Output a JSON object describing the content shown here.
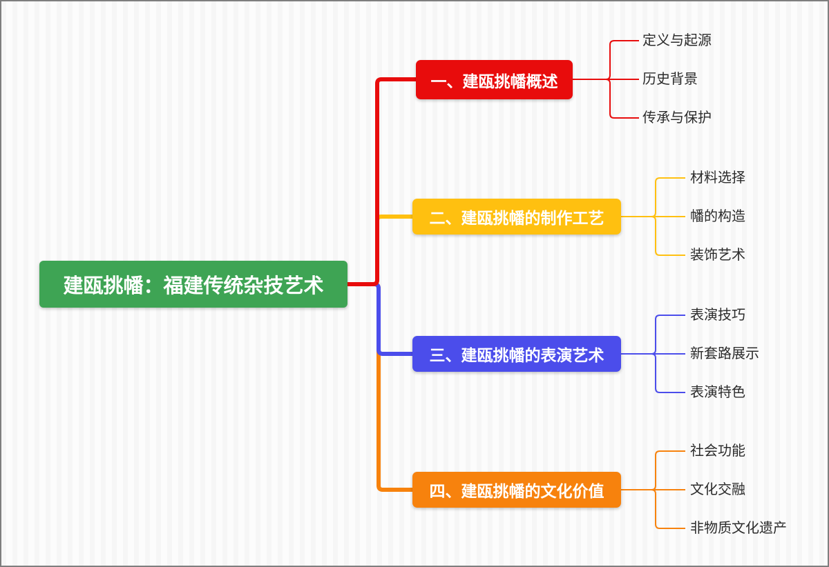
{
  "canvas": {
    "border_color": "#7e7e7e",
    "stripe_dark": "#f6f6f6",
    "stripe_light": "#fcfcfc"
  },
  "root": {
    "label": "建瓯挑幡：福建传统杂技艺术",
    "color": "#3ea454",
    "text_color": "#ffffff"
  },
  "branches": [
    {
      "label": "一、建瓯挑幡概述",
      "color": "#e80c0c",
      "children": [
        {
          "label": "定义与起源"
        },
        {
          "label": "历史背景"
        },
        {
          "label": "传承与保护"
        }
      ]
    },
    {
      "label": "二、建瓯挑幡的制作工艺",
      "color": "#ffc010",
      "children": [
        {
          "label": "材料选择"
        },
        {
          "label": "幡的构造"
        },
        {
          "label": "装饰艺术"
        }
      ]
    },
    {
      "label": "三、建瓯挑幡的表演艺术",
      "color": "#4b4deb",
      "children": [
        {
          "label": "表演技巧"
        },
        {
          "label": "新套路展示"
        },
        {
          "label": "表演特色"
        }
      ]
    },
    {
      "label": "四、建瓯挑幡的文化价值",
      "color": "#f7820d",
      "children": [
        {
          "label": "社会功能"
        },
        {
          "label": "文化交融"
        },
        {
          "label": "非物质文化遗产"
        }
      ]
    }
  ]
}
